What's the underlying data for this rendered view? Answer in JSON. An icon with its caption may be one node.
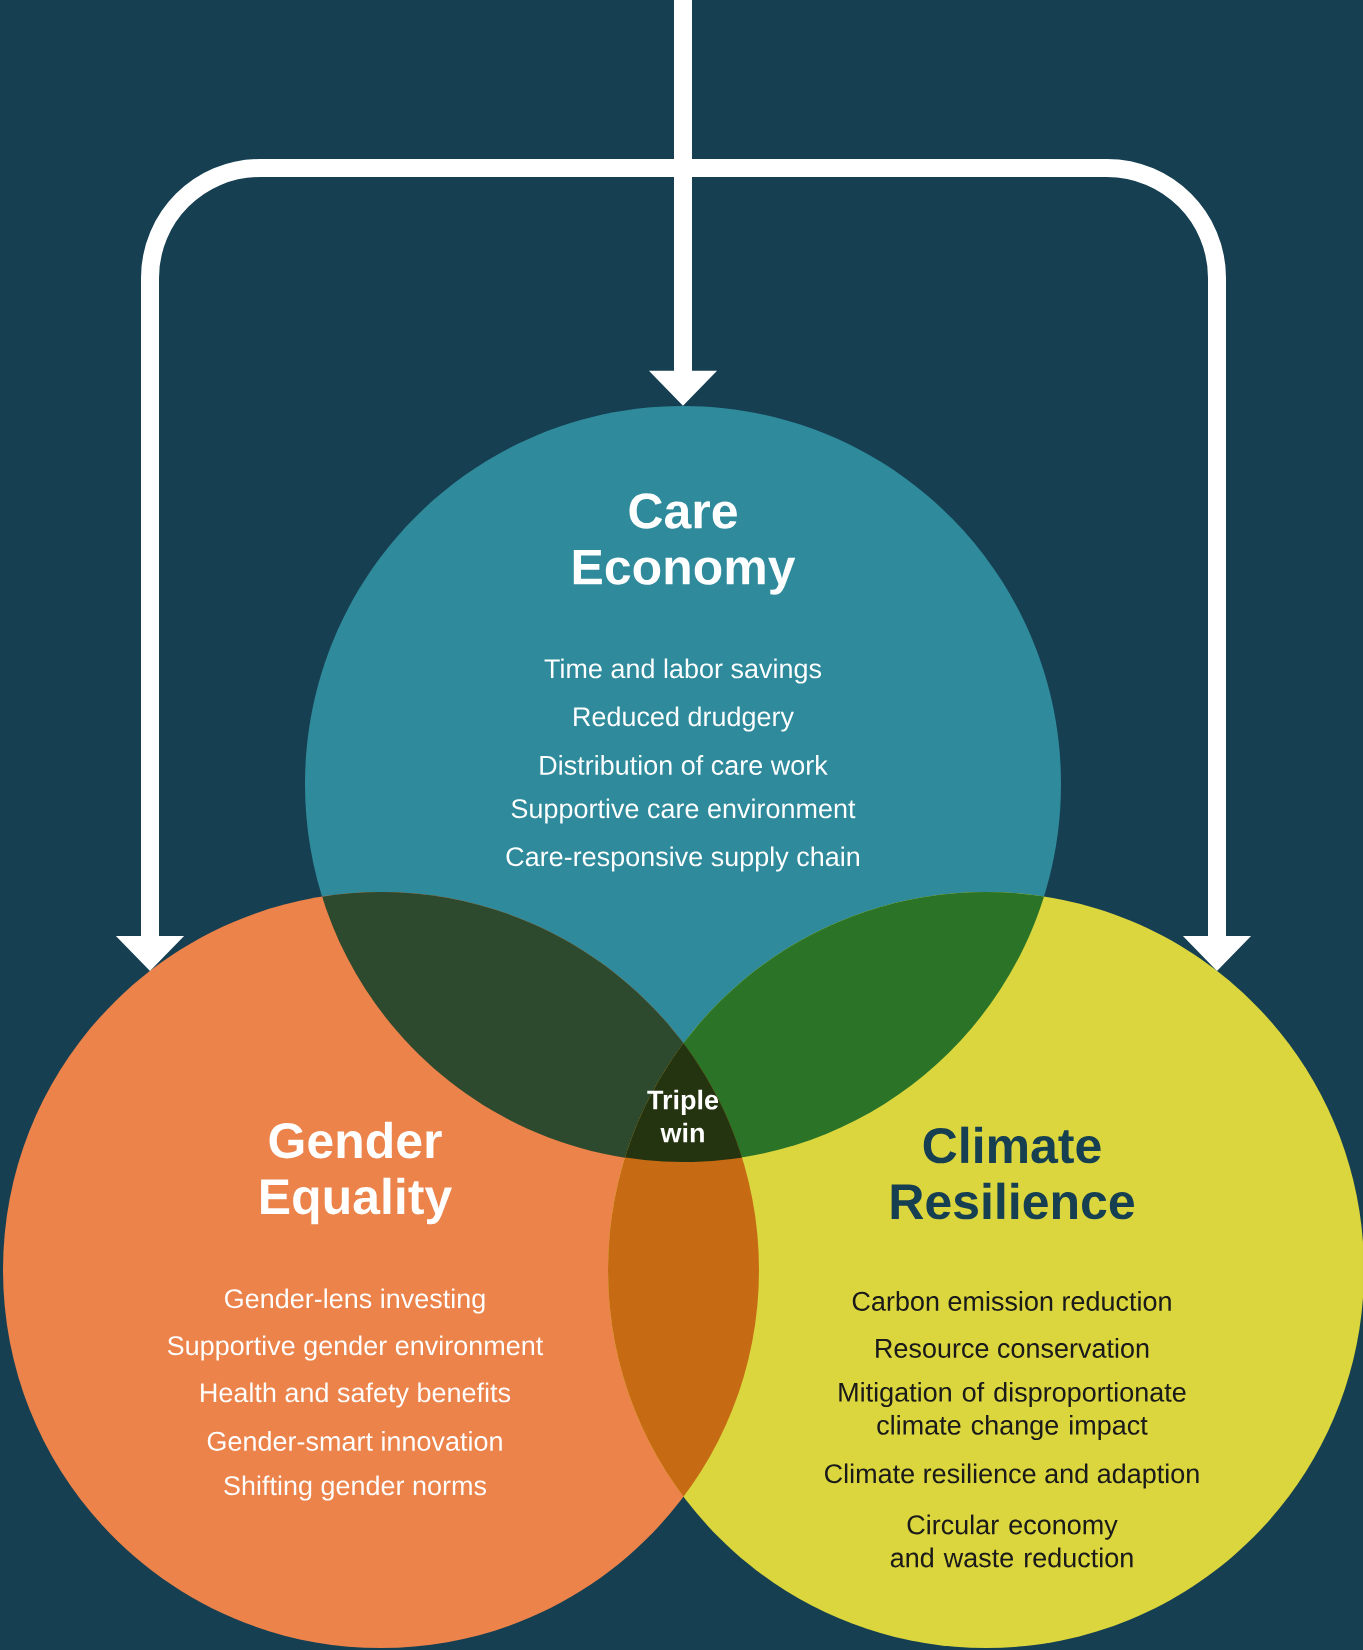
{
  "diagram": {
    "nodes": [
      {
        "text": [
          "Care Economy",
          "Time and labor savings",
          "Reduced drudgery",
          "Distribution of care work",
          "Supportive care environment",
          "Care-responsive supply chain"
        ]
      },
      {
        "text": [
          "Gender Equality",
          "Gender-lens investing",
          "Supportive gender environment",
          "Health and safety benefits",
          "Gender-smart innovation",
          "Shifting gender norms"
        ]
      },
      {
        "text": [
          "Climate Resilience",
          "Carbon emission reduction",
          "Resource conservation",
          "Mitigation of disproportionate climate change impact",
          "Climate resilience and adaption",
          "Circular economy and waste reduction"
        ]
      }
    ],
    "edges": [
      {
        "from": null,
        "to": 0,
        "arrow": "to"
      },
      {
        "from": null,
        "to": 1,
        "arrow": "to"
      },
      {
        "from": null,
        "to": 2,
        "arrow": "to"
      }
    ],
    "labels": [
      "Triple win"
    ]
  }
}
